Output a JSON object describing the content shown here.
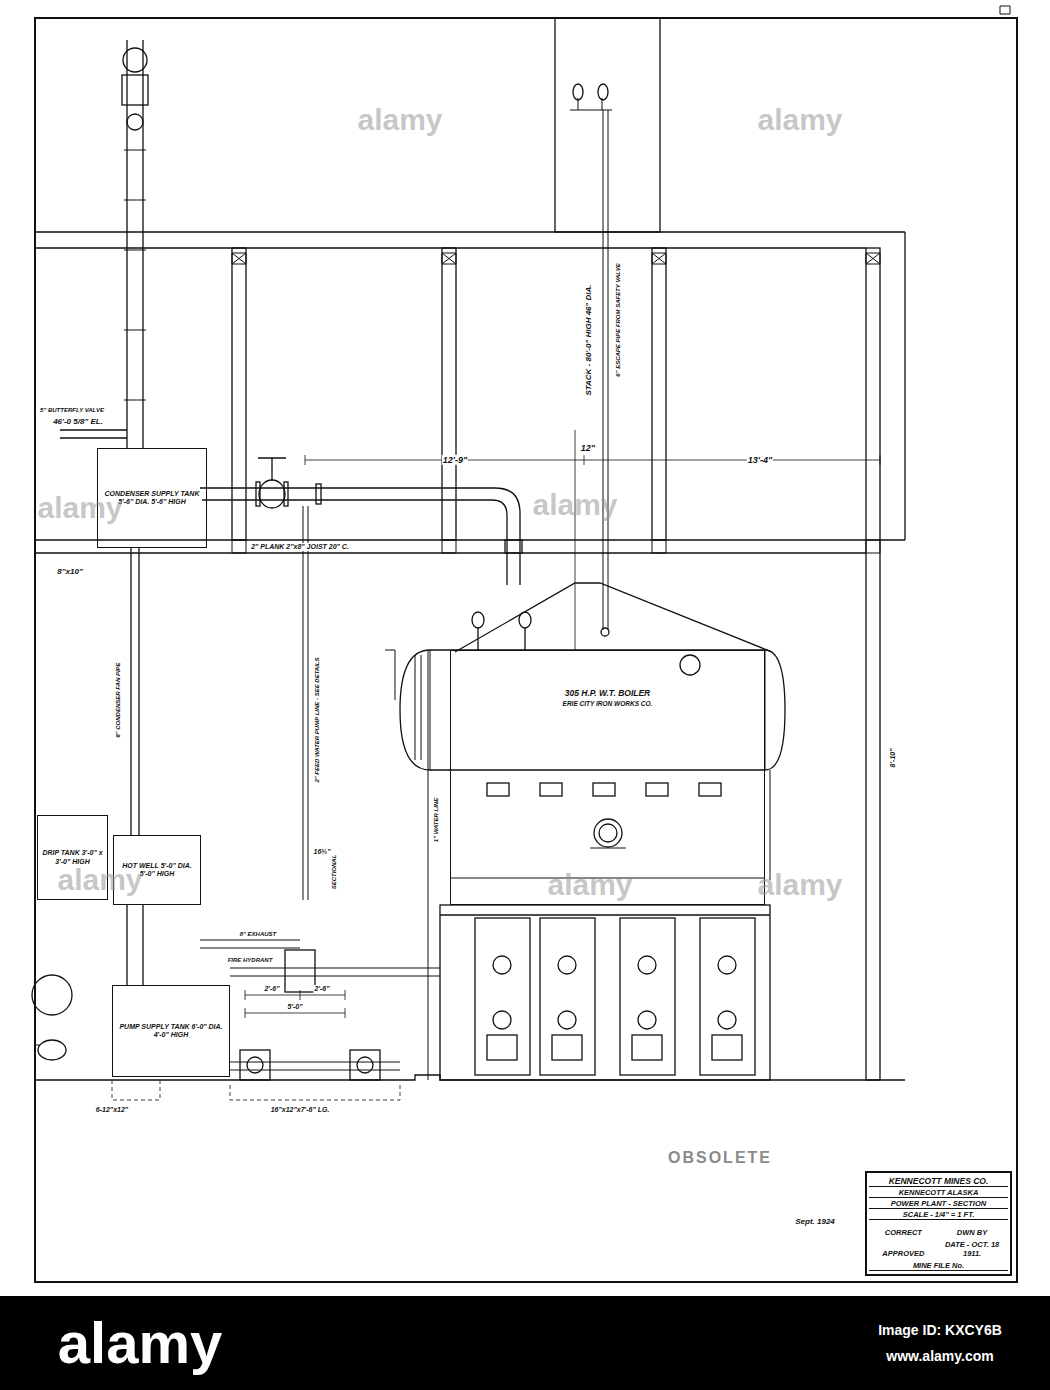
{
  "diagram": {
    "nodes": [
      {
        "text": [
          "CONDENSER SUPPLY TANK 5'-6\" DIA. 5'-6\" HIGH"
        ]
      },
      {
        "text": [
          "305 H.P. W.T. BOILER",
          "ERIE CITY IRON WORKS CO."
        ]
      },
      {
        "text": [
          "DRIP TANK 3'-0\" x 3'-0\" HIGH"
        ]
      },
      {
        "text": [
          "HOT WELL 5'-0\" DIA. 5'-0\" HIGH"
        ]
      },
      {
        "text": [
          "PUMP SUPPLY TANK 6'-0\" DIA. 4'-0\" HIGH"
        ]
      },
      {
        "text": [
          "KENNECOTT MINES CO.",
          "KENNECOTT ALASKA",
          "POWER PLANT - SECTION",
          "SCALE - 1/4\" = 1 FT.",
          "CORRECT",
          "DWN BY",
          "APPROVED",
          "DATE - OCT. 18 1911.",
          "MINE FILE No."
        ]
      }
    ],
    "edges": [
      {
        "from": 0,
        "to": 3,
        "arrow": "none"
      }
    ],
    "labels": [
      "5\" BUTTERFLY VALVE",
      "46'-0 5/8\" EL.",
      "8\"x10\"",
      "2\" PLANK 2\"x8\" JOIST 20\" C.",
      "12'-9\"",
      "12\"",
      "13'-4\"",
      "STACK - 80'-0\" HIGH 46\" DIA.",
      "6\" ESCAPE PIPE FROM SAFETY VALVE",
      "2\" FEED WATER PUMP LINE - SEE DETAILS",
      "8\" CONDENSER FAN PIPE",
      "1\" WATER LINE",
      "SECTIONAL",
      "16½\"",
      "8\" EXHAUST",
      "FIRE HYDRANT",
      "2'-6\"",
      "2'-6\"",
      "5'-0\"",
      "16\"x12\"x7'-6\" LG.",
      "6-12\"x12\"",
      "8'-10\"",
      "OBSOLETE",
      "Sept. 1924",
      "alamy",
      "Image ID: KXCY6B",
      "www.alamy.com",
      "alamy",
      "alamy",
      "alamy",
      "alamy",
      "alamy",
      "alamy",
      "alamy"
    ]
  }
}
